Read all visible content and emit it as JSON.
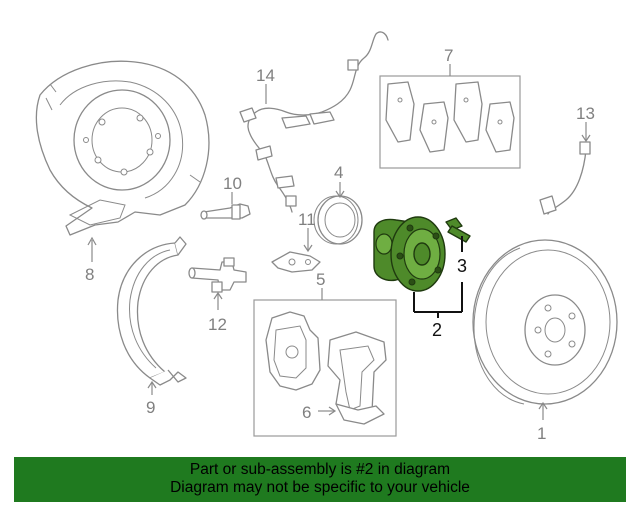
{
  "callouts": {
    "c1": "1",
    "c2": "2",
    "c3": "3",
    "c4": "4",
    "c5": "5",
    "c6": "6",
    "c7": "7",
    "c8": "8",
    "c9": "9",
    "c10": "10",
    "c11": "11",
    "c12": "12",
    "c13": "13",
    "c14": "14"
  },
  "banner": {
    "line1": "Part or sub-assembly is #2 in diagram",
    "line2": "Diagram may not be specific to your vehicle"
  },
  "colors": {
    "highlight": "#4e8a2a",
    "banner": "#1f7a1f"
  }
}
